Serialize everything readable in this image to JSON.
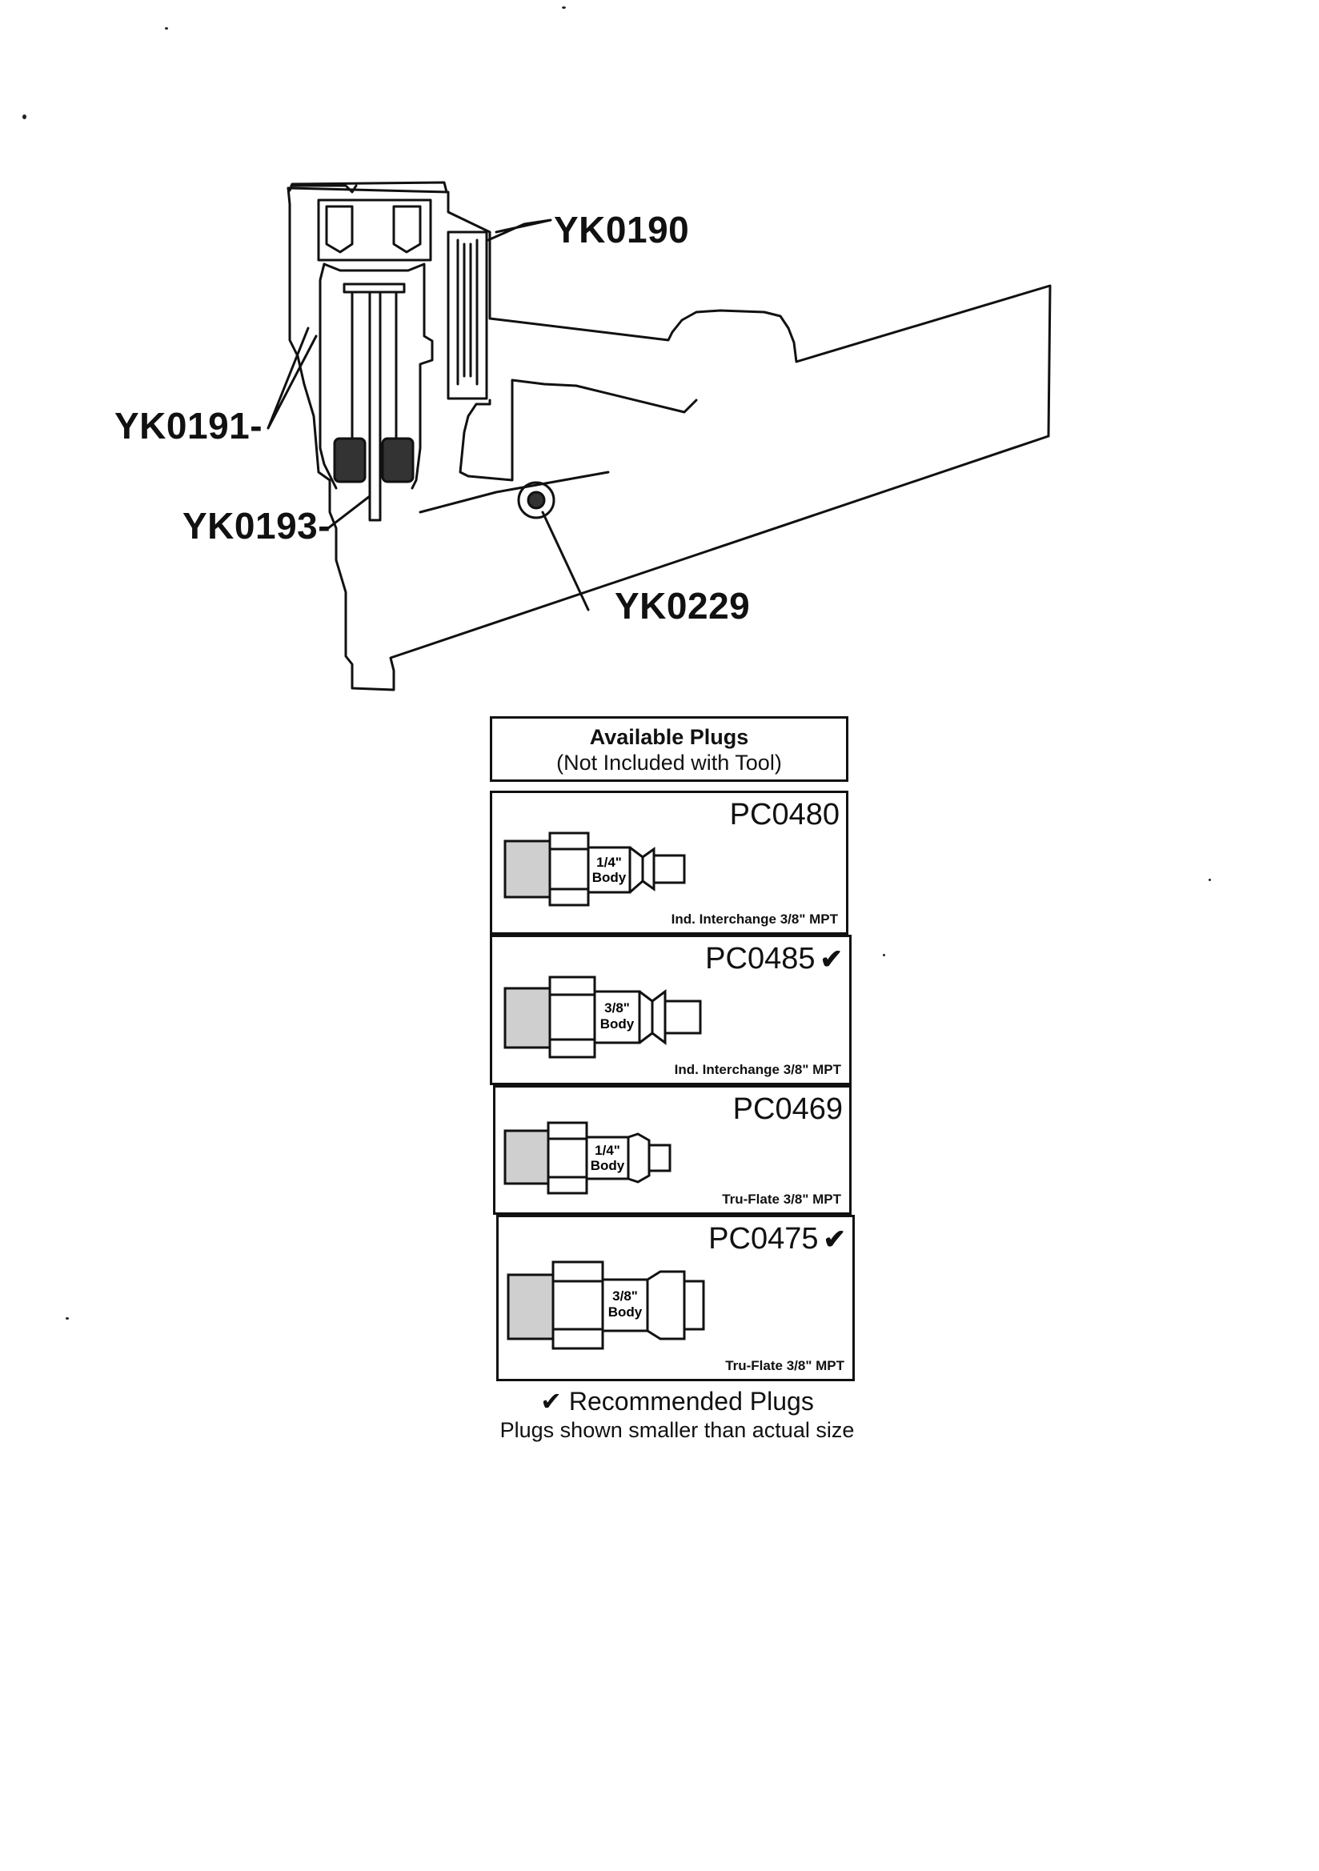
{
  "callouts": [
    {
      "id": "yk0190",
      "label": "YK0190"
    },
    {
      "id": "yk0191",
      "label": "YK0191-"
    },
    {
      "id": "yk0193",
      "label": "YK0193-"
    },
    {
      "id": "yk0229",
      "label": "YK0229"
    }
  ],
  "plugs_header": {
    "title": "Available Plugs",
    "subtitle": "(Not Included with Tool)"
  },
  "plugs": [
    {
      "code": "PC0480",
      "recommended": false,
      "body": [
        "1/4\"",
        "Body"
      ],
      "spec": "Ind. Interchange 3/8\" MPT"
    },
    {
      "code": "PC0485",
      "recommended": true,
      "body": [
        "3/8\"",
        "Body"
      ],
      "spec": "Ind. Interchange 3/8\" MPT"
    },
    {
      "code": "PC0469",
      "recommended": false,
      "body": [
        "1/4\"",
        "Body"
      ],
      "spec": "Tru-Flate 3/8\" MPT"
    },
    {
      "code": "PC0475",
      "recommended": true,
      "body": [
        "3/8\"",
        "Body"
      ],
      "spec": "Tru-Flate 3/8\" MPT"
    }
  ],
  "footer": {
    "recommended_mark": "✔",
    "recommended_label": "Recommended Plugs",
    "note": "Plugs shown smaller than actual size"
  }
}
